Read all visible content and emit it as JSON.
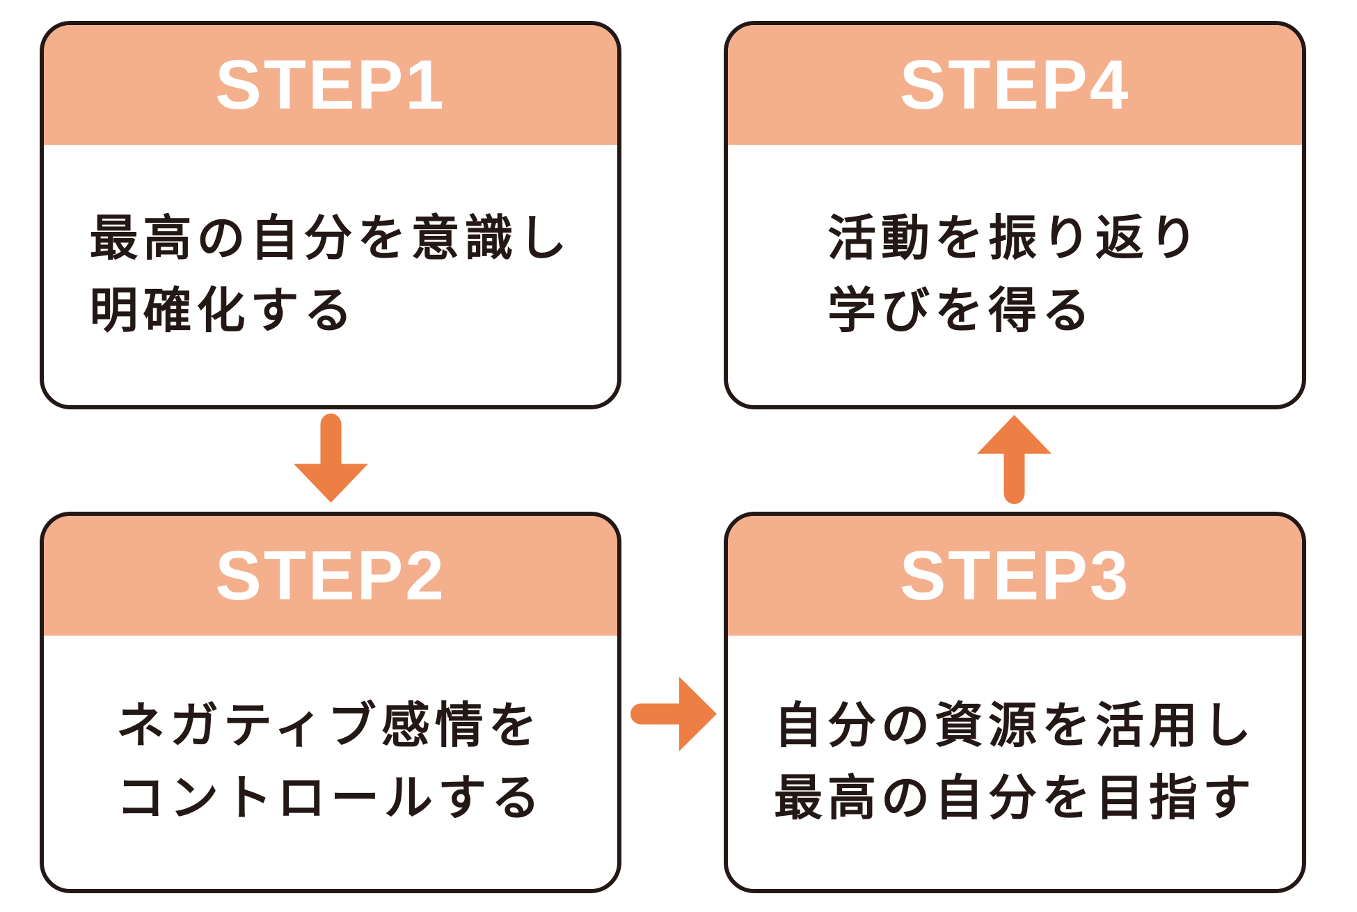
{
  "steps": [
    {
      "id": "step1",
      "label": "STEP1",
      "lines": [
        "最高の自分を意識し",
        "明確化する"
      ]
    },
    {
      "id": "step2",
      "label": "STEP2",
      "lines": [
        "ネガティブ感情を",
        "コントロールする"
      ]
    },
    {
      "id": "step3",
      "label": "STEP3",
      "lines": [
        "自分の資源を活用し",
        "最高の自分を目指す"
      ]
    },
    {
      "id": "step4",
      "label": "STEP4",
      "lines": [
        "活動を振り返り",
        "学びを得る"
      ]
    }
  ],
  "arrows": [
    {
      "from": "step1",
      "to": "step2",
      "direction": "down"
    },
    {
      "from": "step2",
      "to": "step3",
      "direction": "right"
    },
    {
      "from": "step3",
      "to": "step4",
      "direction": "up"
    }
  ],
  "colors": {
    "header_bg": "#F4AF8D",
    "arrow": "#ED7E44",
    "border": "#231815",
    "text": "#231815",
    "step_label": "#FFFFFF",
    "body_bg": "#FFFFFF"
  }
}
